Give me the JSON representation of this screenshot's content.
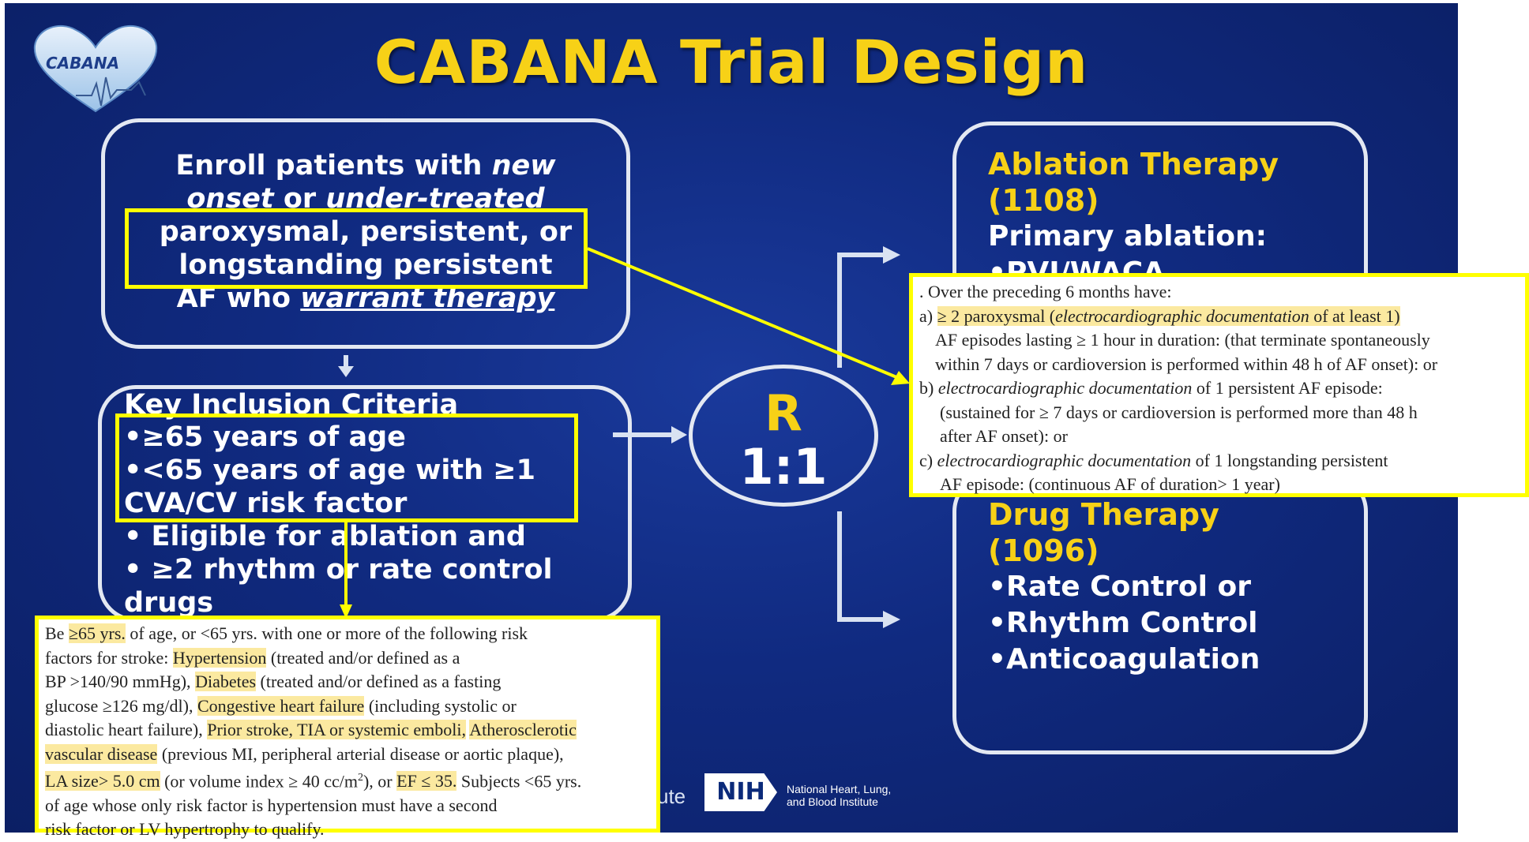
{
  "title": "CABANA Trial Design",
  "logo": {
    "text": "CABANA",
    "icon": "heart-ecg-logo"
  },
  "enroll": {
    "l1a": "Enroll patients with ",
    "l1b": "new",
    "l2a": "onset",
    "l2b": " or ",
    "l2c": "under-treated",
    "l3": "paroxysmal, persistent, or",
    "l4": "longstanding persistent",
    "l5a": "AF who ",
    "l5b": "warrant therapy"
  },
  "criteria": {
    "title": "Key Inclusion Criteria",
    "items": [
      "•≥65 years of age",
      "•<65 years of age with ≥1",
      " CVA/CV risk factor",
      "• Eligible for ablation and",
      "•  ≥2 rhythm or rate control",
      " drugs"
    ]
  },
  "randomization": {
    "letter": "R",
    "ratio": "1:1"
  },
  "ablation": {
    "title1": "Ablation Therapy",
    "title2": "(1108)",
    "sub": "Primary ablation:",
    "item": "•PVI/WACA"
  },
  "drug": {
    "title1": "Drug Therapy",
    "title2": "(1096)",
    "items": [
      "•Rate Control or",
      "•Rhythm Control",
      "•Anticoagulation"
    ]
  },
  "af_callout": {
    "l1": ". Over the preceding 6 months have:",
    "l2_pre": "a) ",
    "l2_hl1": "≥ 2 paroxysmal (",
    "l2_hl2": "electrocardiographic documentation",
    "l2_hl3": " of at least 1)",
    "l3": "AF episodes lasting ≥ 1 hour in duration: (that terminate spontaneously",
    "l4": "within 7 days or cardioversion is performed within 48 h of AF onset): or",
    "l5_pre": "b) ",
    "l5_it": "electrocardiographic documentation",
    "l5_post": " of 1 persistent AF episode:",
    "l6": "(sustained for ≥ 7 days or cardioversion is performed more than 48 h",
    "l7": "after AF onset): or",
    "l8_pre": "c) ",
    "l8_it": "electrocardiographic documentation",
    "l8_post": " of 1 longstanding persistent",
    "l9": "AF episode: (continuous AF of duration> 1 year)"
  },
  "risk_callout": {
    "p1": "Be ",
    "h1": "≥65 yrs.",
    "p2": " of age, or <65 yrs. with one or more of the following risk",
    "p3": "factors for stroke: ",
    "h2": "Hypertension",
    "p4": " (treated and/or defined as a",
    "p5": "BP >140/90 mmHg), ",
    "h3": "Diabetes",
    "p6": " (treated and/or defined as a fasting",
    "p7": "glucose ≥126 mg/dl), ",
    "h4": "Congestive heart failure",
    "p8": " (including systolic or",
    "p9": "diastolic heart failure), ",
    "h5": "Prior stroke, TIA or systemic emboli,",
    "p10": " ",
    "h6": "Atherosclerotic",
    "h7": "vascular disease",
    "p11": " (previous MI, peripheral arterial disease or aortic plaque),",
    "h8": "LA size> 5.0 cm",
    "p12": " (or volume index ≥ 40 cc/m",
    "sup": "2",
    "p13": "), or ",
    "h9": "EF ≤ 35.",
    "p14": " Subjects <65 yrs.",
    "p15": "of age whose only risk factor is hypertension must have a second",
    "p16": "risk factor or LV hypertrophy to qualify."
  },
  "footer": {
    "partial": "ute",
    "nih": "NIH",
    "org1": "National Heart, Lung,",
    "org2": "and Blood Institute"
  },
  "colors": {
    "background": "#102a80",
    "title": "#f7d117",
    "highlight": "#ffff00"
  }
}
